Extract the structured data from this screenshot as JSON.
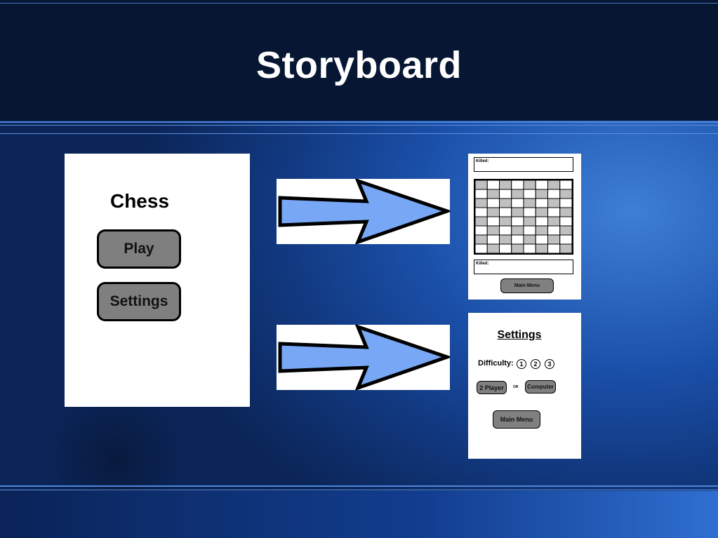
{
  "slide": {
    "title": "Storyboard"
  },
  "main_menu_screen": {
    "title": "Chess",
    "play_label": "Play",
    "settings_label": "Settings"
  },
  "game_screen": {
    "killed_top_label": "Killed:",
    "killed_bottom_label": "Killed:",
    "main_menu_label": "Main Menu",
    "board": {
      "rows": 8,
      "cols": 8
    }
  },
  "settings_screen": {
    "title": "Settings",
    "difficulty_label": "Difficulty:",
    "difficulty_options": [
      "1",
      "2",
      "3"
    ],
    "two_player_label": "2 Player",
    "or_label": "OR",
    "computer_label": "Computer",
    "main_menu_label": "Main Menu"
  },
  "colors": {
    "arrow_fill": "#78a7f5",
    "button_gray": "#808080",
    "board_gray": "#c0c0c0"
  }
}
